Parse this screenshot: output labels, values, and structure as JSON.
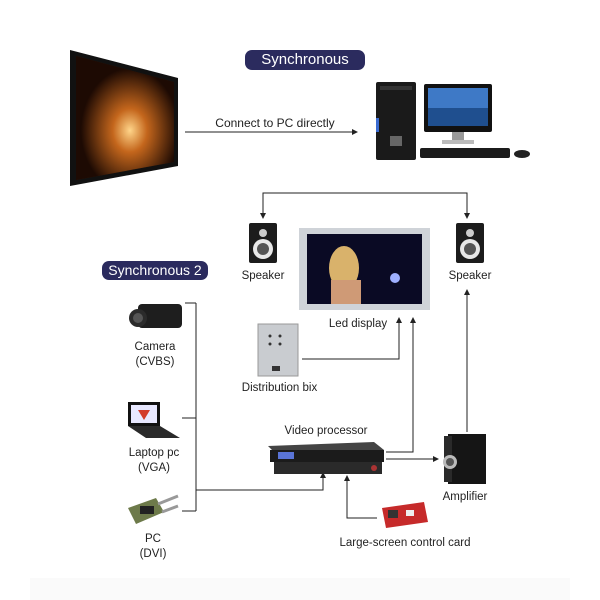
{
  "sections": {
    "sync1": {
      "title": "Synchronous"
    },
    "sync2": {
      "title": "Synchronous 2"
    }
  },
  "sync1": {
    "connection_label": "Connect to PC directly"
  },
  "nodes": {
    "speaker_left": "Speaker",
    "speaker_right": "Speaker",
    "led_display": "Led display",
    "distribution": "Distribution bix",
    "camera_line1": "Camera",
    "camera_line2": "(CVBS)",
    "laptop_line1": "Laptop pc",
    "laptop_line2": "(VGA)",
    "pc_line1": "PC",
    "pc_line2": "(DVI)",
    "video_processor": "Video processor",
    "amplifier": "Amplifier",
    "control_card": "Large-screen control card"
  }
}
